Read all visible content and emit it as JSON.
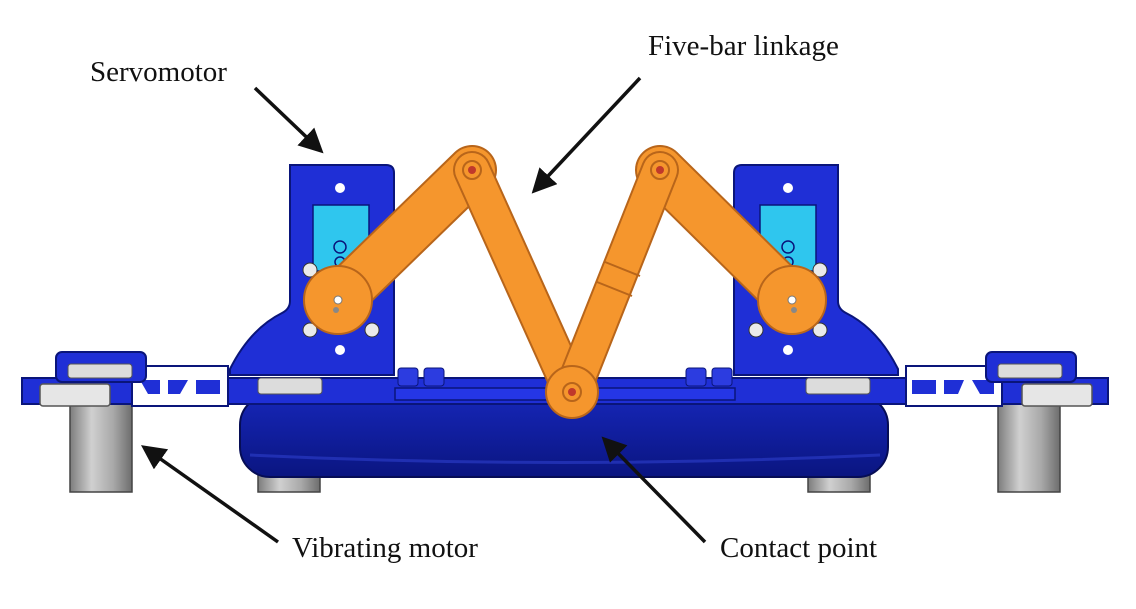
{
  "labels": {
    "servomotor": "Servomotor",
    "five_bar_linkage": "Five-bar linkage",
    "vibrating_motor": "Vibrating motor",
    "contact_point": "Contact point"
  },
  "colors": {
    "frame_blue": "#1f2fd6",
    "frame_dark": "#0e1a8a",
    "base_navy": "#0c1a9c",
    "servo_cyan": "#2fc6ee",
    "linkage_orange": "#f5962d",
    "linkage_edge": "#b8651a",
    "motor_gray": "#9a9a9a",
    "arrow": "#111111"
  }
}
